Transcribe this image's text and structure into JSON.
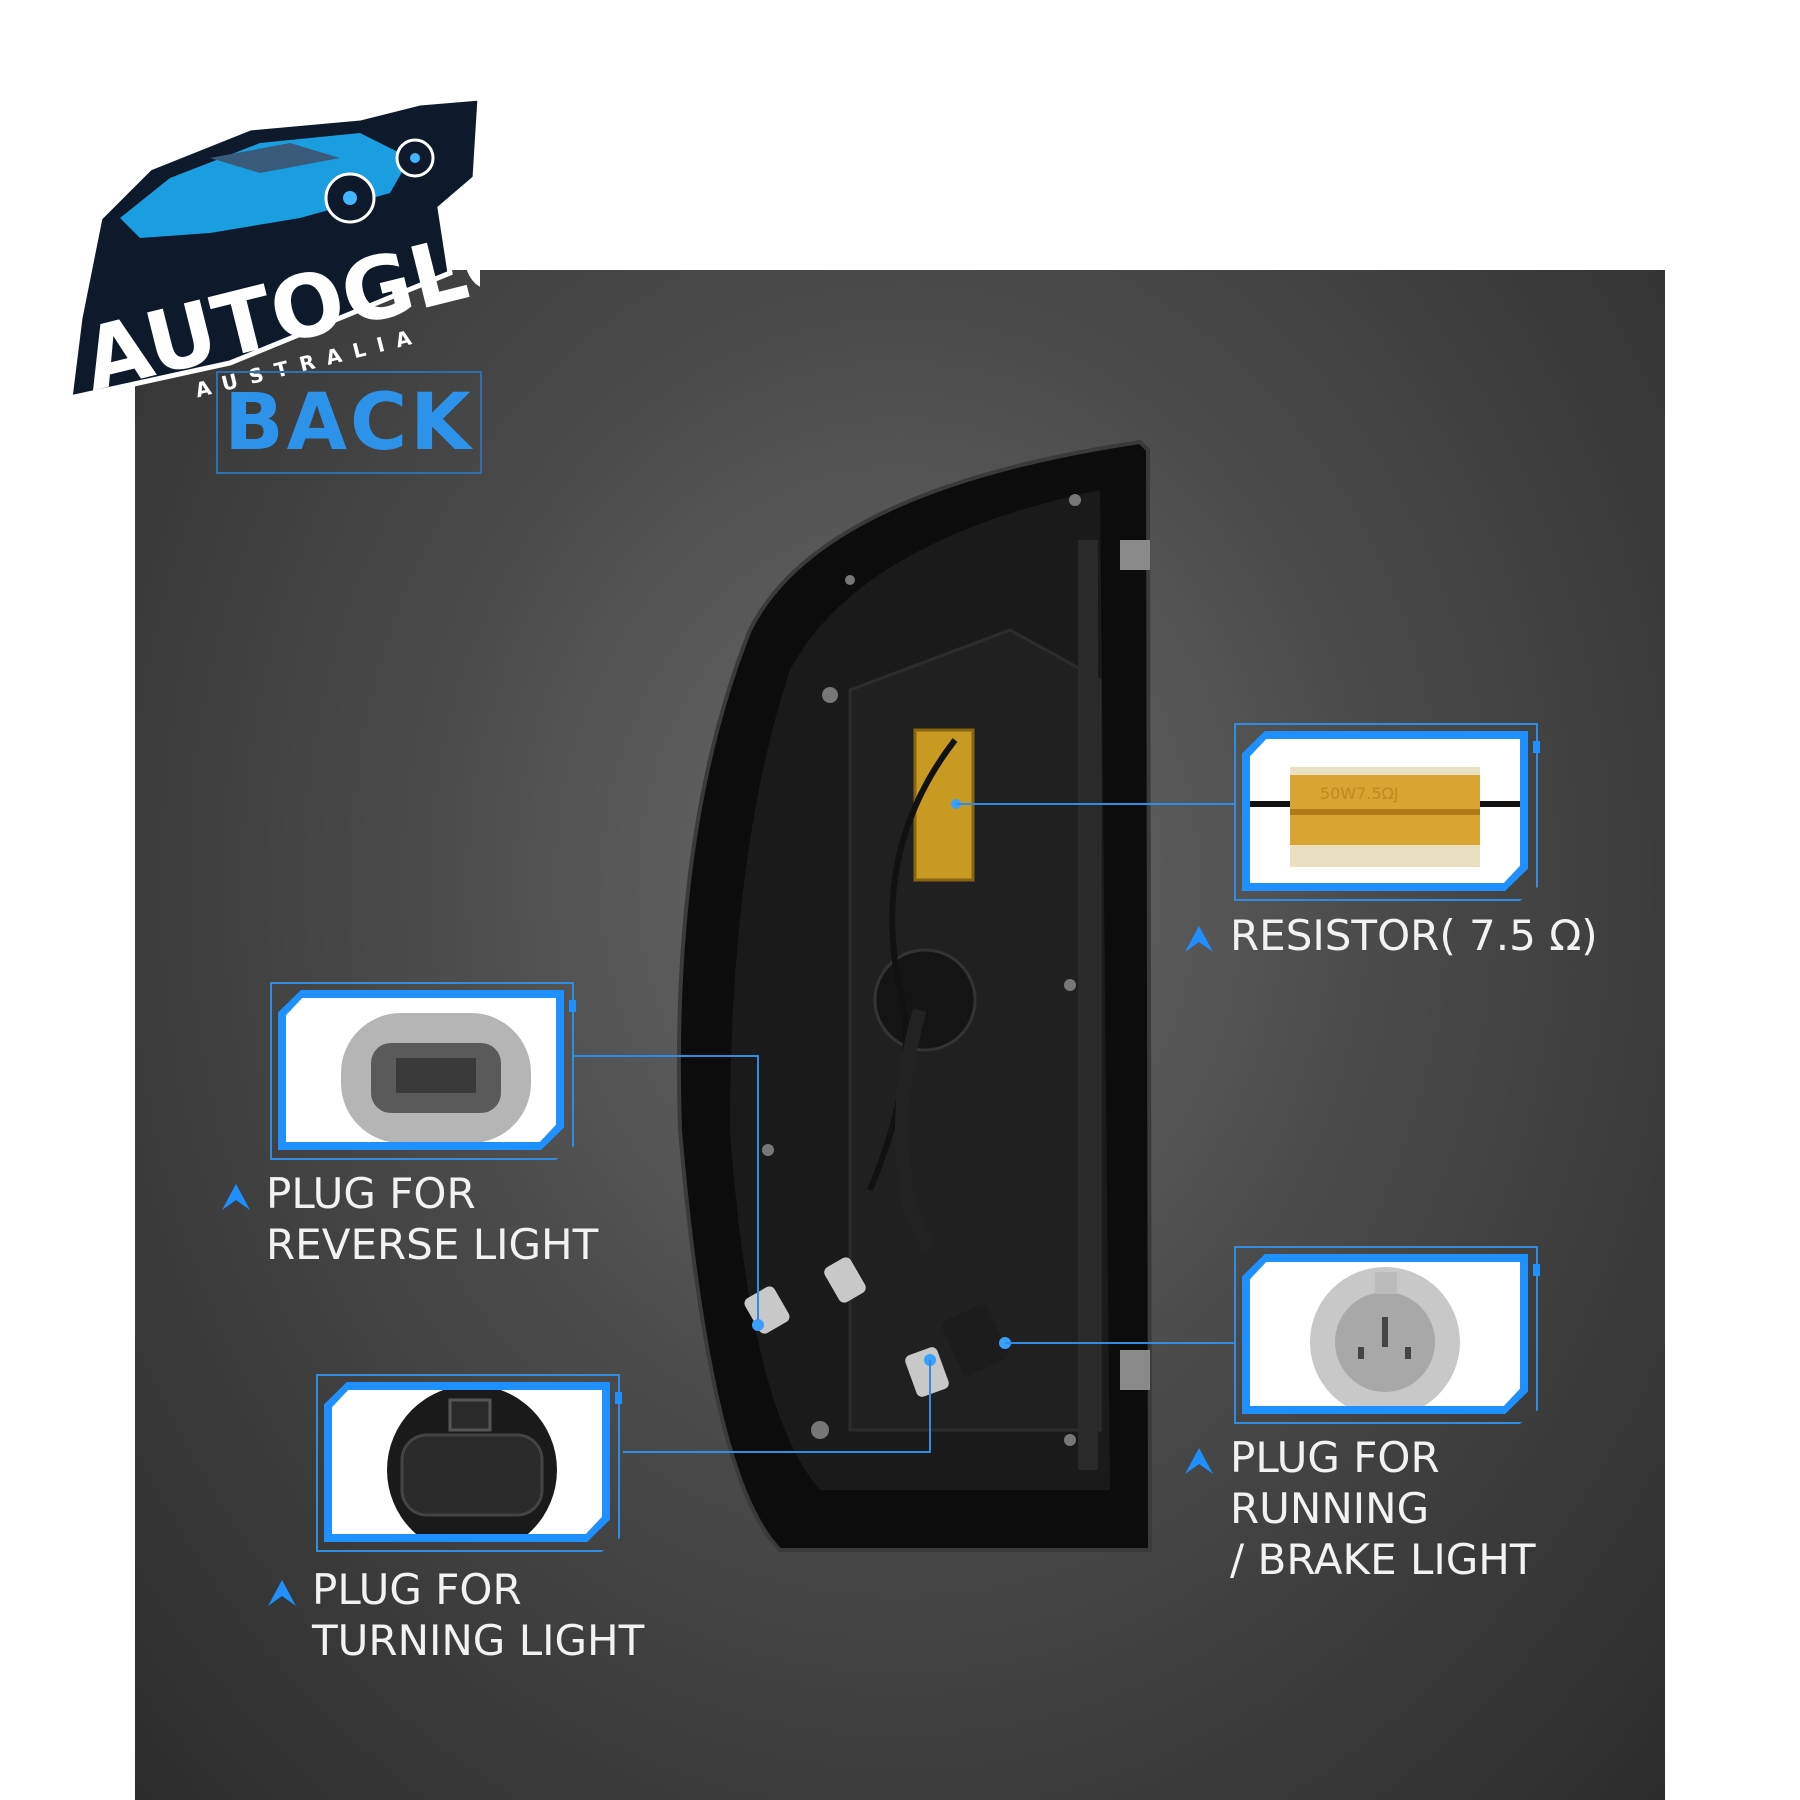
{
  "brand": {
    "name": "AUTOGLO",
    "sub": "AUSTRALIA"
  },
  "heading": "BACK",
  "callouts": {
    "resistor": {
      "label": "RESISTOR( 7.5 Ω)",
      "marking": "50W7.5ΩJ",
      "icon": "chevron-up-icon"
    },
    "reverse": {
      "line1": "PLUG FOR",
      "line2": "REVERSE LIGHT",
      "icon": "chevron-up-icon"
    },
    "turning": {
      "line1": "PLUG FOR",
      "line2": "TURNING LIGHT",
      "icon": "chevron-up-icon"
    },
    "running": {
      "line1": "PLUG FOR",
      "line2": "RUNNING",
      "line3": "/ BRAKE LIGHT",
      "icon": "chevron-up-icon"
    }
  },
  "colors": {
    "accent": "#1e90ff",
    "background": "#4a4a4a",
    "text": "#f2f2f2"
  }
}
